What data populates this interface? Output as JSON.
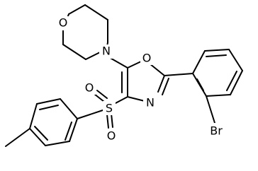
{
  "diagram": {
    "type": "chemical-structure",
    "atom_labels": {
      "morpholine_oxygen": "O",
      "morpholine_nitrogen": "N",
      "oxazole_oxygen": "O",
      "oxazole_nitrogen": "N",
      "sulfonyl_sulfur": "S",
      "sulfonyl_oxygen_upper": "O",
      "sulfonyl_oxygen_lower": "O",
      "bromine": "Br"
    },
    "colors": {
      "bond": "#000000",
      "background": "#ffffff"
    }
  }
}
